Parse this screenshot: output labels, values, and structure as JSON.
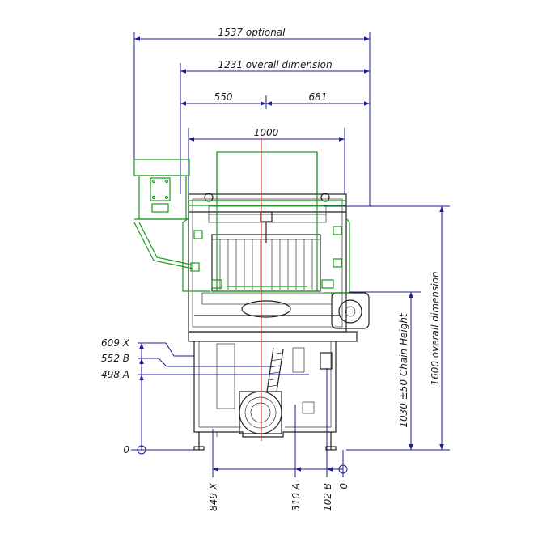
{
  "dimensions": {
    "optional_width": "1537 optional",
    "overall_width": "1231 overall dimension",
    "left_part": "550",
    "right_part": "681",
    "inner_width": "1000",
    "overall_height": "1600 overall dimension",
    "chain_height": "1030 ±50 Chain Height",
    "height_x": "609 X",
    "height_b": "552 B",
    "height_a": "498 A",
    "height_zero": "0",
    "offset_x": "849 X",
    "offset_a": "310 A",
    "offset_b": "102 B",
    "offset_zero": "0"
  },
  "colors": {
    "dimension_lines": "#1c1c9c",
    "machine_outline": "#222222",
    "optional_parts": "#1a9a1a",
    "centerline": "#e01010"
  }
}
